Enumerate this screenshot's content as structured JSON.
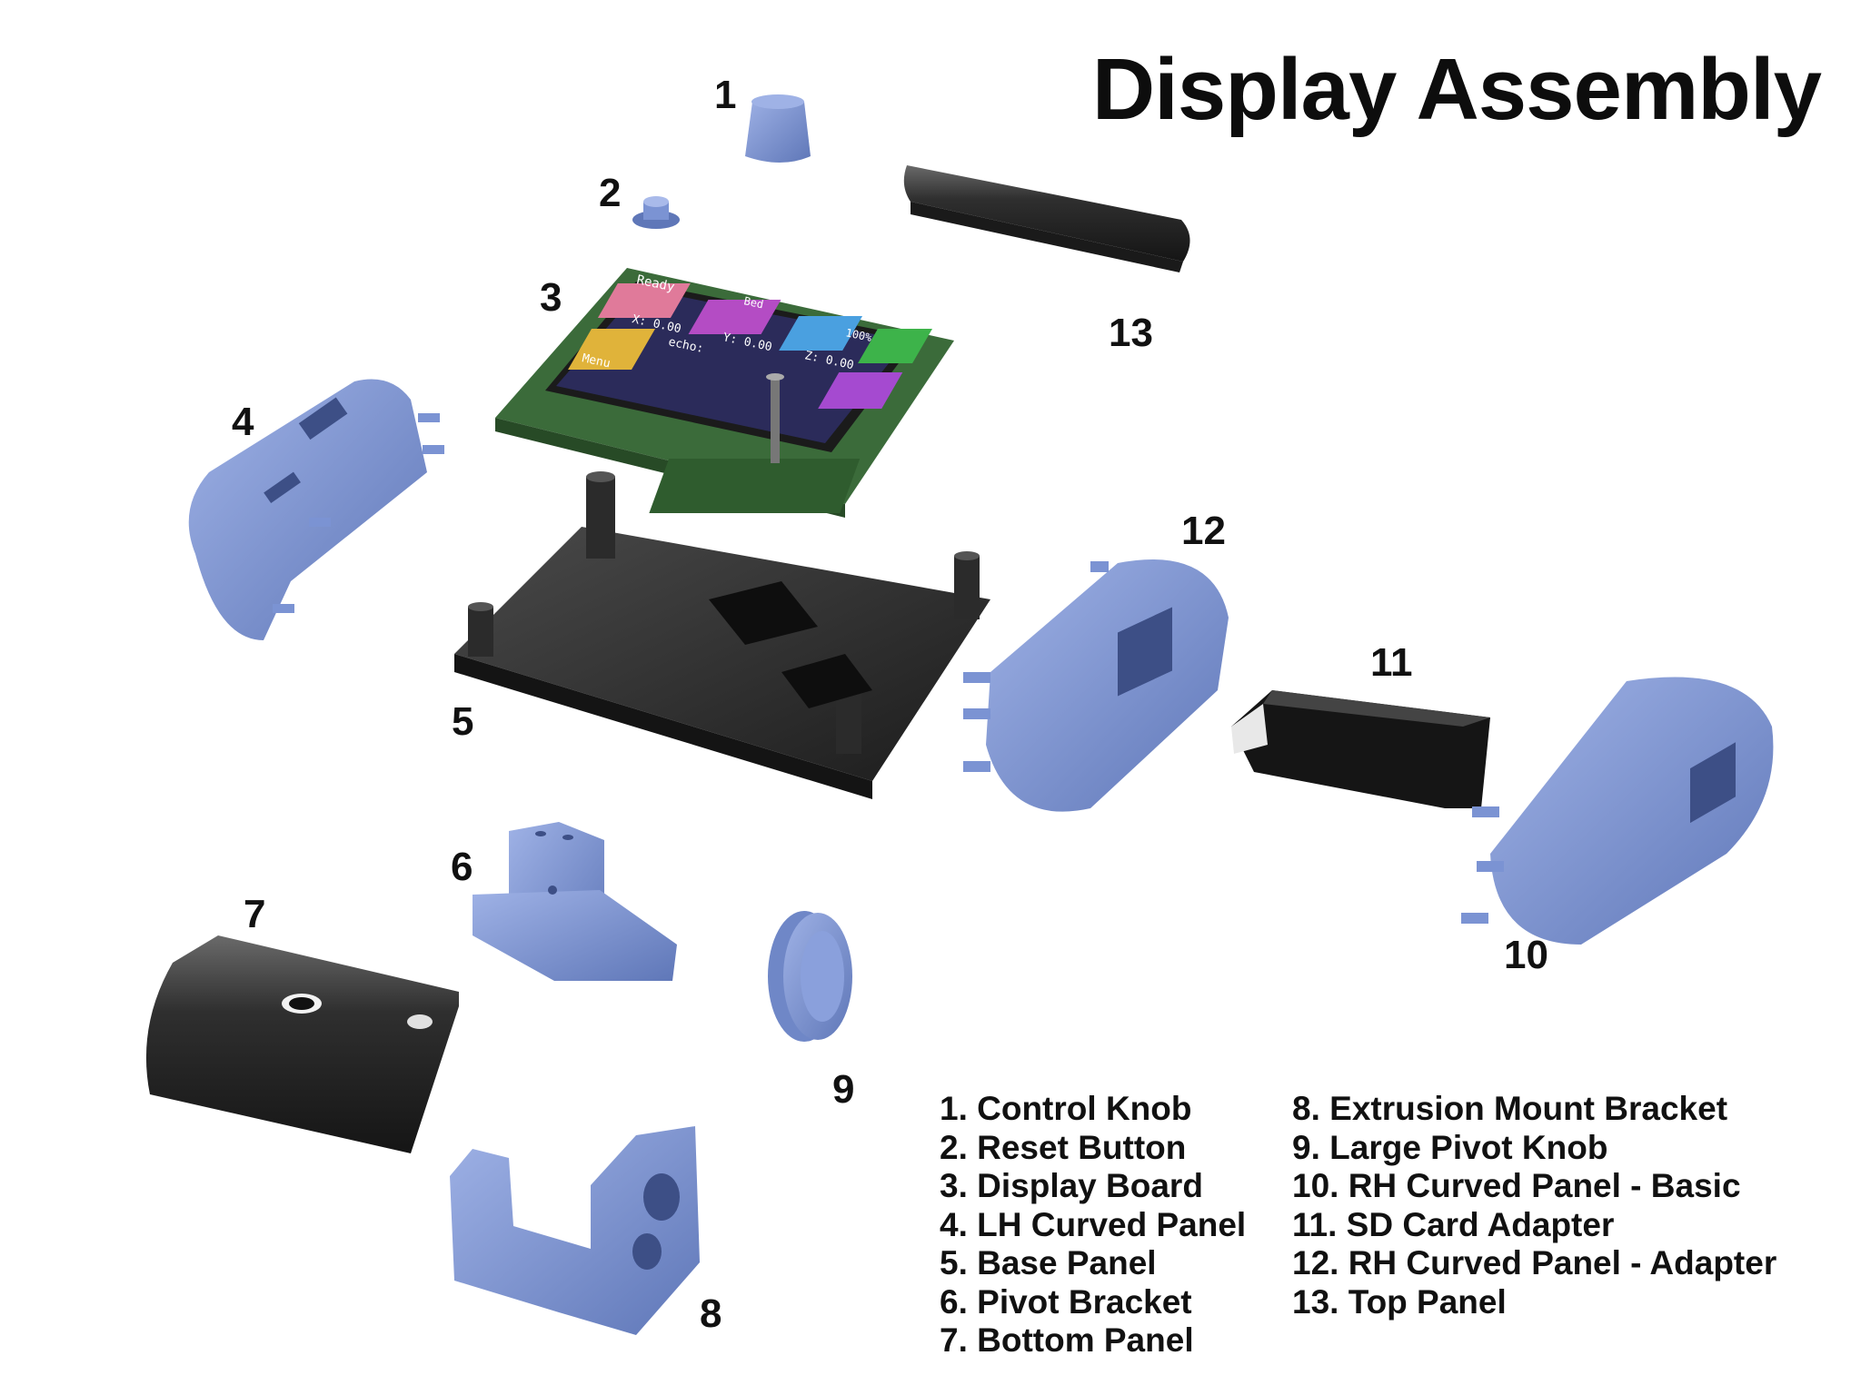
{
  "title": "Display Assembly",
  "callouts": [
    "1",
    "2",
    "3",
    "4",
    "5",
    "6",
    "7",
    "8",
    "9",
    "10",
    "11",
    "12",
    "13"
  ],
  "legend_left": [
    "1. Control Knob",
    "2. Reset Button",
    "3. Display Board",
    "4. LH Curved Panel",
    "5. Base Panel",
    "6. Pivot Bracket",
    "7. Bottom Panel"
  ],
  "legend_right": [
    "8. Extrusion Mount Bracket",
    "9. Large Pivot Knob",
    "10. RH Curved Panel - Basic",
    "11. SD Card Adapter",
    "12. RH Curved Panel - Adapter",
    "13. Top Panel"
  ],
  "screen": {
    "status": "Ready",
    "bed": "Bed",
    "menu": "Menu",
    "x": "X: 0.00",
    "y": "Y: 0.00",
    "z": "Z: 0.00",
    "echo": "echo:",
    "fan": "100%"
  },
  "colors": {
    "part_blue": "#7b93d3",
    "part_blue_dark": "#5f77b8",
    "part_black": "#2a2a2a",
    "pcb_green": "#3b6b3a",
    "text": "#111111"
  }
}
